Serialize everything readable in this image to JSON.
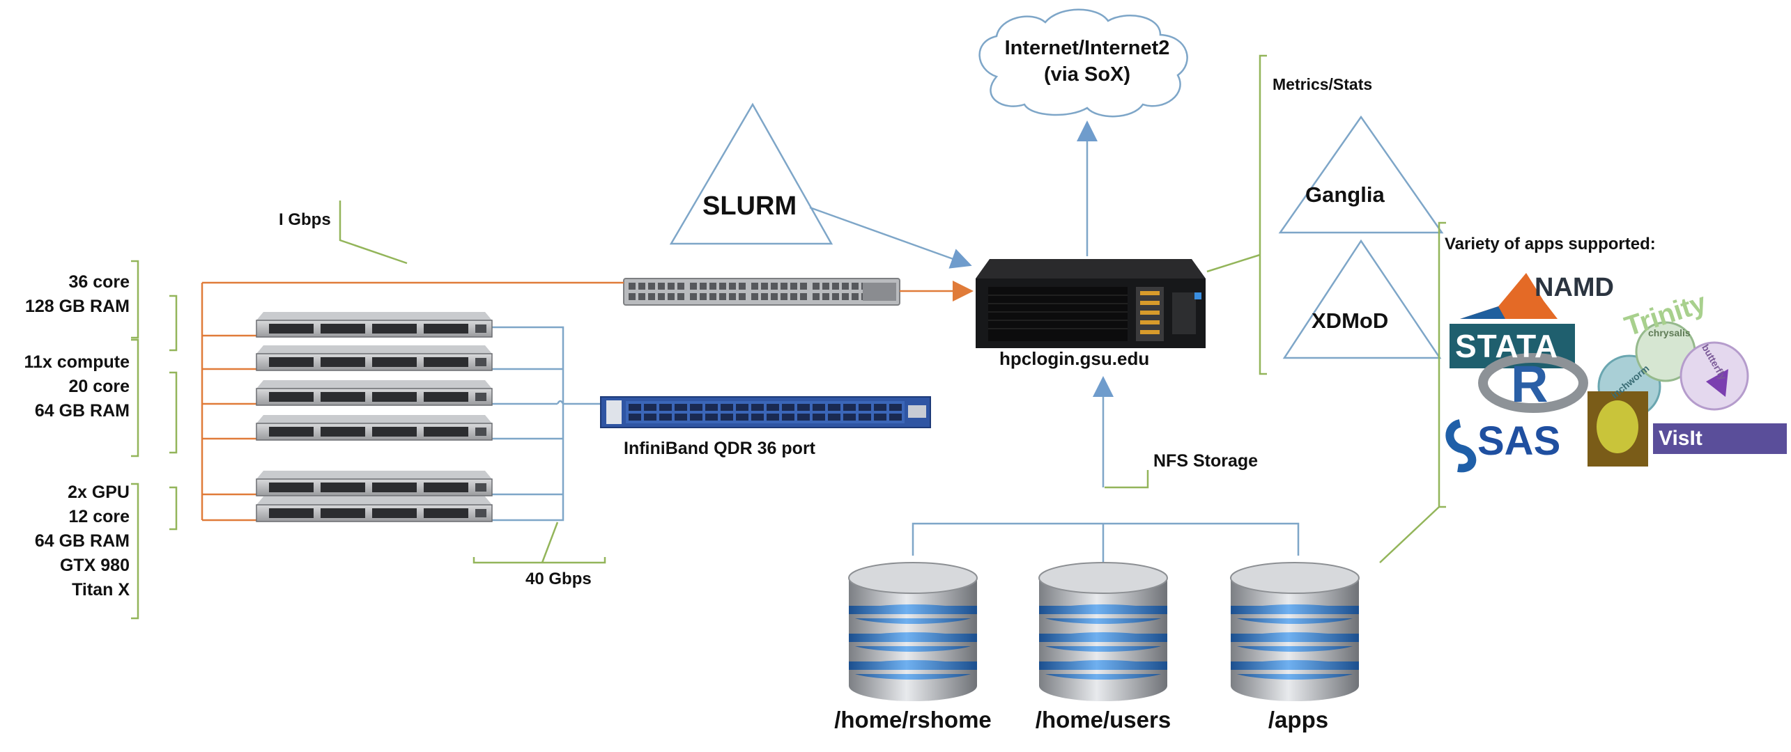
{
  "cloud": {
    "line1": "Internet/Internet2",
    "line2": "(via SoX)"
  },
  "metrics_label": "Metrics/Stats",
  "bandwidth": {
    "ethernet": "I Gbps",
    "infiniband": "40 Gbps"
  },
  "scheduler": "SLURM",
  "monitors": [
    "Ganglia",
    "XDMoD"
  ],
  "login_node": "hpclogin.gsu.edu",
  "infiniband_switch": "InfiniBand QDR 36 port",
  "node_groups": [
    {
      "lines": [
        "36 core",
        "128 GB RAM"
      ]
    },
    {
      "lines": [
        "11x compute",
        "20 core",
        "64 GB RAM"
      ]
    },
    {
      "lines": [
        "2x GPU",
        "12 core",
        "64 GB RAM",
        "GTX 980",
        "Titan X"
      ]
    }
  ],
  "storage": {
    "label": "NFS Storage",
    "volumes": [
      "/home/rshome",
      "/home/users",
      "/apps"
    ]
  },
  "apps": {
    "title": "Variety of apps supported:",
    "logos": [
      "NAMD",
      "STATA",
      "R",
      "SAS",
      "VisIt",
      "Trinity",
      "chrysalis",
      "inchworm",
      "butterfly"
    ]
  },
  "colors": {
    "ethernet": "#e07b39",
    "infiniband": "#7ea6c8",
    "bracket": "#93b55a",
    "link": "#7ea6c8"
  }
}
